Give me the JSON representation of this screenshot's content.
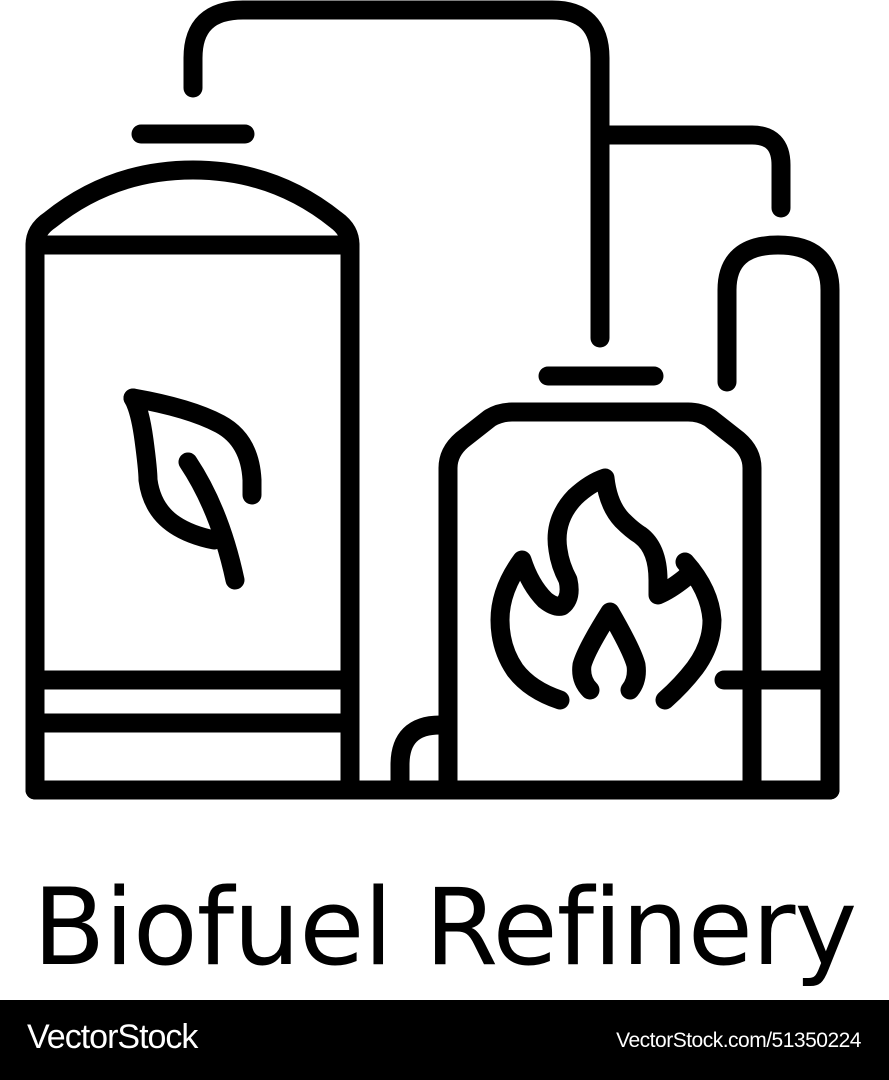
{
  "illustration": {
    "subject": "biofuel-refinery-line-icon",
    "stroke_color": "#000000",
    "background_color": "#ffffff",
    "elements": [
      "left-storage-tank",
      "leaf-icon",
      "fire-icon",
      "boiler-tank",
      "tall-right-tank",
      "connecting-pipes"
    ]
  },
  "caption": {
    "title": "Biofuel Refinery"
  },
  "footer": {
    "brand": "VectorStock",
    "link": "VectorStock.com/51350224",
    "background_color": "#000000",
    "text_color": "#ffffff"
  }
}
